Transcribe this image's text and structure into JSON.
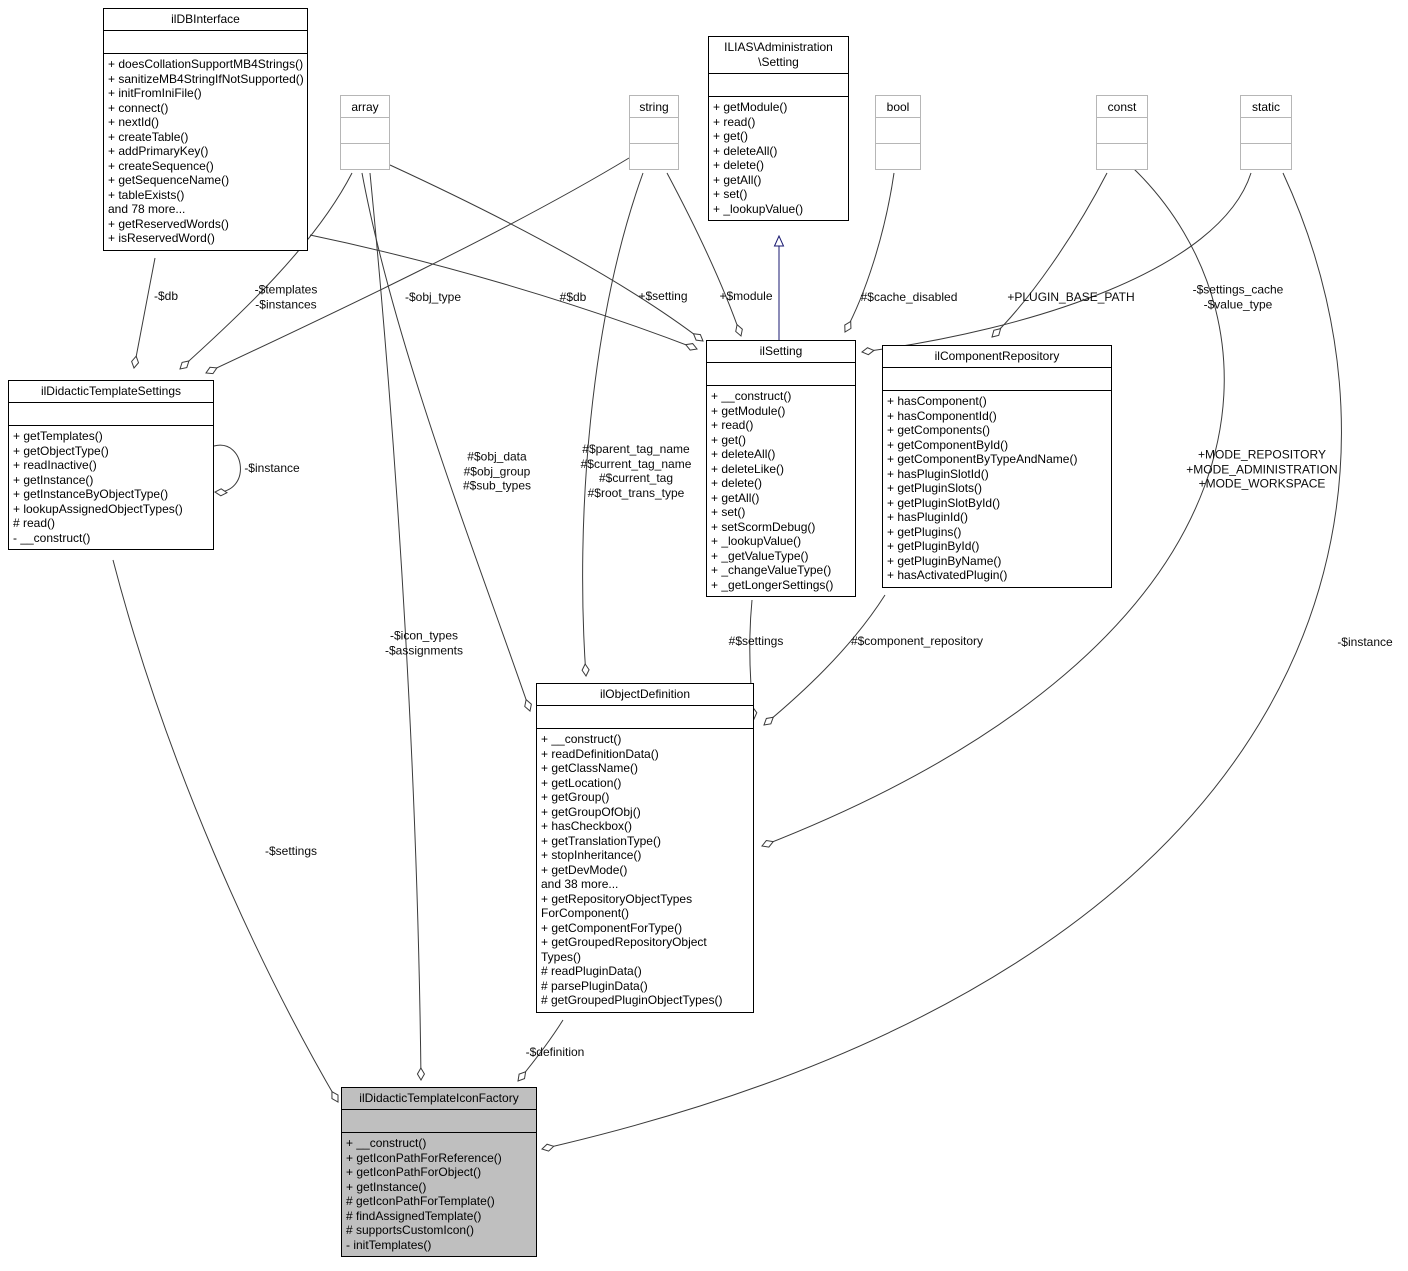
{
  "classes": [
    {
      "title": "ilDBInterface",
      "members": [
        "+ doesCollationSupportMB4Strings()",
        "+ sanitizeMB4StringIfNotSupported()",
        "+ initFromIniFile()",
        "+ connect()",
        "+ nextId()",
        "+ createTable()",
        "+ addPrimaryKey()",
        "+ createSequence()",
        "+ getSequenceName()",
        "+ tableExists()",
        "and 78 more...",
        "+ getReservedWords()",
        "+ isReservedWord()"
      ]
    },
    {
      "title": "ILIAS\\Administration\n\\Setting",
      "members": [
        "+ getModule()",
        "+ read()",
        "+ get()",
        "+ deleteAll()",
        "+ delete()",
        "+ getAll()",
        "+ set()",
        "+ _lookupValue()"
      ]
    },
    {
      "title": "ilSetting",
      "members": [
        "+ __construct()",
        "+ getModule()",
        "+ read()",
        "+ get()",
        "+ deleteAll()",
        "+ deleteLike()",
        "+ delete()",
        "+ getAll()",
        "+ set()",
        "+ setScormDebug()",
        "+ _lookupValue()",
        "+ _getValueType()",
        "+ _changeValueType()",
        "+ _getLongerSettings()"
      ]
    },
    {
      "title": "ilComponentRepository",
      "members": [
        "+ hasComponent()",
        "+ hasComponentId()",
        "+ getComponents()",
        "+ getComponentById()",
        "+ getComponentByTypeAndName()",
        "+ hasPluginSlotId()",
        "+ getPluginSlots()",
        "+ getPluginSlotById()",
        "+ hasPluginId()",
        "+ getPlugins()",
        "+ getPluginById()",
        "+ getPluginByName()",
        "+ hasActivatedPlugin()"
      ]
    },
    {
      "title": "ilDidacticTemplateSettings",
      "members": [
        "+ getTemplates()",
        "+ getObjectType()",
        "+ readInactive()",
        "+ getInstance()",
        "+ getInstanceByObjectType()",
        "+ lookupAssignedObjectTypes()",
        "# read()",
        "- __construct()"
      ]
    },
    {
      "title": "ilObjectDefinition",
      "members": [
        "+ __construct()",
        "+ readDefinitionData()",
        "+ getClassName()",
        "+ getLocation()",
        "+ getGroup()",
        "+ getGroupOfObj()",
        "+ hasCheckbox()",
        "+ getTranslationType()",
        "+ stopInheritance()",
        "+ getDevMode()",
        "and 38 more...",
        "+ getRepositoryObjectTypes",
        "ForComponent()",
        "+ getComponentForType()",
        "+ getGroupedRepositoryObject",
        "Types()",
        "# readPluginData()",
        "# parsePluginData()",
        "# getGroupedPluginObjectTypes()"
      ]
    },
    {
      "title": "ilDidacticTemplateIconFactory",
      "members": [
        "+ __construct()",
        "+ getIconPathForReference()",
        "+ getIconPathForObject()",
        "+ getInstance()",
        "# getIconPathForTemplate()",
        "# findAssignedTemplate()",
        "# supportsCustomIcon()",
        "- initTemplates()"
      ]
    }
  ],
  "type_boxes": [
    {
      "label": "array"
    },
    {
      "label": "string"
    },
    {
      "label": "bool"
    },
    {
      "label": "const"
    },
    {
      "label": "static"
    }
  ],
  "edge_labels": [
    {
      "text": "-$db"
    },
    {
      "text": "-$templates\n-$instances"
    },
    {
      "text": "-$obj_type"
    },
    {
      "text": "#$db"
    },
    {
      "text": "+$setting"
    },
    {
      "text": "+$module"
    },
    {
      "text": "#$cache_disabled"
    },
    {
      "text": "+PLUGIN_BASE_PATH"
    },
    {
      "text": "-$settings_cache\n-$value_type"
    },
    {
      "text": "-$instance"
    },
    {
      "text": "#$obj_data\n#$obj_group\n#$sub_types"
    },
    {
      "text": "#$parent_tag_name\n#$current_tag_name\n#$current_tag\n#$root_trans_type"
    },
    {
      "text": "+MODE_REPOSITORY\n+MODE_ADMINISTRATION\n+MODE_WORKSPACE"
    },
    {
      "text": "-$icon_types\n-$assignments"
    },
    {
      "text": "#$settings"
    },
    {
      "text": "#$component_repository"
    },
    {
      "text": "-$settings"
    },
    {
      "text": "-$instance"
    },
    {
      "text": "-$definition"
    }
  ]
}
